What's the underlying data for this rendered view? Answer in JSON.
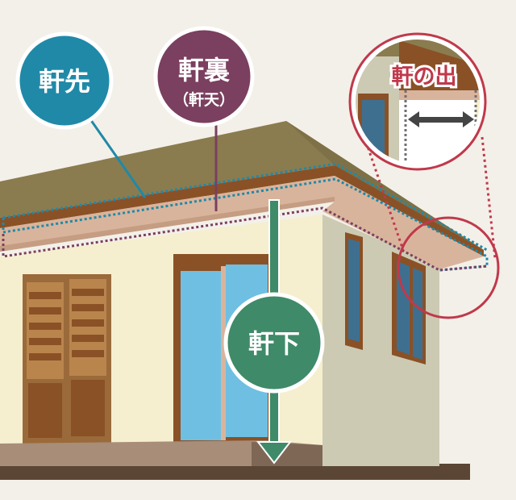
{
  "labels": {
    "nokisaki": "軒先",
    "nokiura": "軒裏",
    "nokiura_sub": "（軒天）",
    "nokishita": "軒下",
    "noki_no_de": "軒の出"
  },
  "colors": {
    "background": "#f3f0e9",
    "nokisaki_badge": "#2089a8",
    "nokiura_badge": "#7b3f5f",
    "nokishita_badge": "#3f8a69",
    "noki_no_de_text": "#c0394b",
    "zoom_circle_stroke": "#c0394b",
    "roof": "#8a7c4f",
    "fascia": "#8a5126",
    "soffit": "#d9b49c",
    "wall_front": "#f5efcf",
    "wall_side": "#cdcab3",
    "glass": "#6fbfe3",
    "ground": "#5b4636"
  },
  "icons": {
    "nokishita_arrow": "arrow-down-icon",
    "noki_no_de_arrow": "double-arrow-icon"
  }
}
